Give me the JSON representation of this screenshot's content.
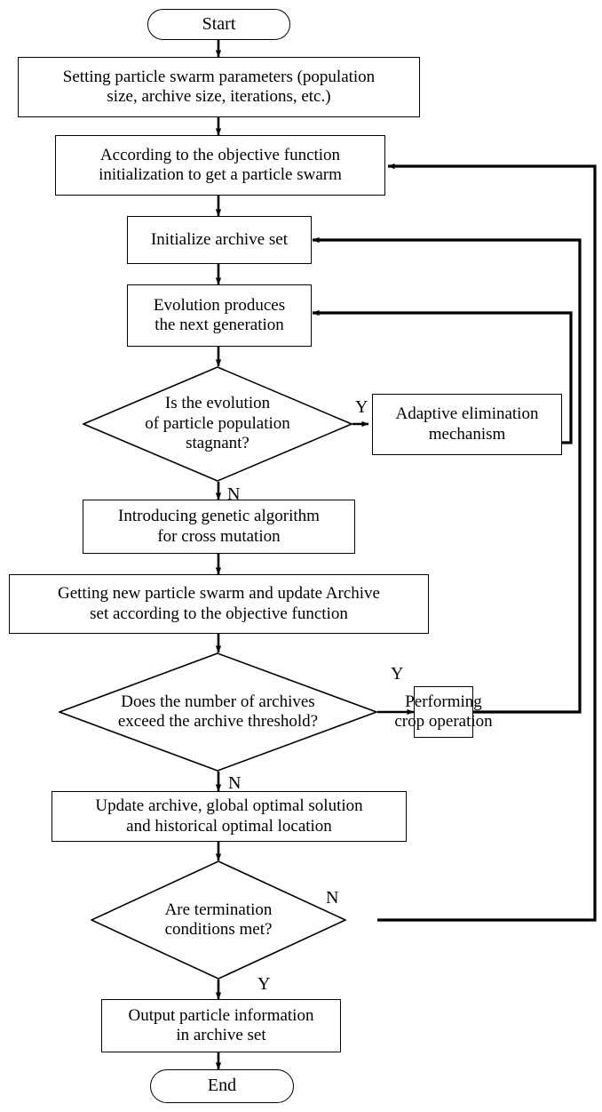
{
  "diagram": {
    "title": "Multi-objective particle swarm optimization algorithm flowchart",
    "type": "flowchart",
    "colors": {
      "stroke": "#000000",
      "fill": "#ffffff",
      "text": "#000000"
    },
    "nodes": [
      {
        "id": "start",
        "shape": "terminator",
        "text": "Start"
      },
      {
        "id": "setparams",
        "shape": "process",
        "line1": "Setting particle swarm parameters (population",
        "line2": "size, archive size, iterations, etc.)"
      },
      {
        "id": "initswarm",
        "shape": "process",
        "line1": "According to the objective function",
        "line2": "initialization to get a particle swarm"
      },
      {
        "id": "initarch",
        "shape": "process",
        "line1": "Initialize archive set",
        "line2": ""
      },
      {
        "id": "evolve",
        "shape": "process",
        "line1": "Evolution produces",
        "line2": "the next generation"
      },
      {
        "id": "stagnant",
        "shape": "decision",
        "line1": "Is the evolution",
        "line2": "of particle population",
        "line3": "stagnant?"
      },
      {
        "id": "adaptive",
        "shape": "process",
        "line1": "Adaptive elimination",
        "line2": "mechanism"
      },
      {
        "id": "genetic",
        "shape": "process",
        "line1": "Introducing genetic algorithm",
        "line2": "for cross mutation"
      },
      {
        "id": "getnew",
        "shape": "process",
        "line1": "Getting new particle swarm and update Archive",
        "line2": "set according to the objective function"
      },
      {
        "id": "exceed",
        "shape": "decision",
        "line1": "Does the number of archives",
        "line2": "exceed the archive threshold?",
        "line3": ""
      },
      {
        "id": "crop",
        "shape": "process",
        "line1": "Performing",
        "line2": "crop operation"
      },
      {
        "id": "updatearch",
        "shape": "process",
        "line1": "Update archive, global optimal solution",
        "line2": "and historical optimal location"
      },
      {
        "id": "terminate",
        "shape": "decision",
        "line1": "Are termination",
        "line2": "conditions met?",
        "line3": ""
      },
      {
        "id": "output",
        "shape": "process",
        "line1": "Output particle information",
        "line2": "in archive set"
      },
      {
        "id": "end",
        "shape": "terminator",
        "text": "End"
      }
    ],
    "edge_labels": {
      "stagnant_yes": "Y",
      "stagnant_no": "N",
      "exceed_yes": "Y",
      "exceed_no": "N",
      "terminate_no": "N",
      "terminate_yes": "Y"
    }
  }
}
